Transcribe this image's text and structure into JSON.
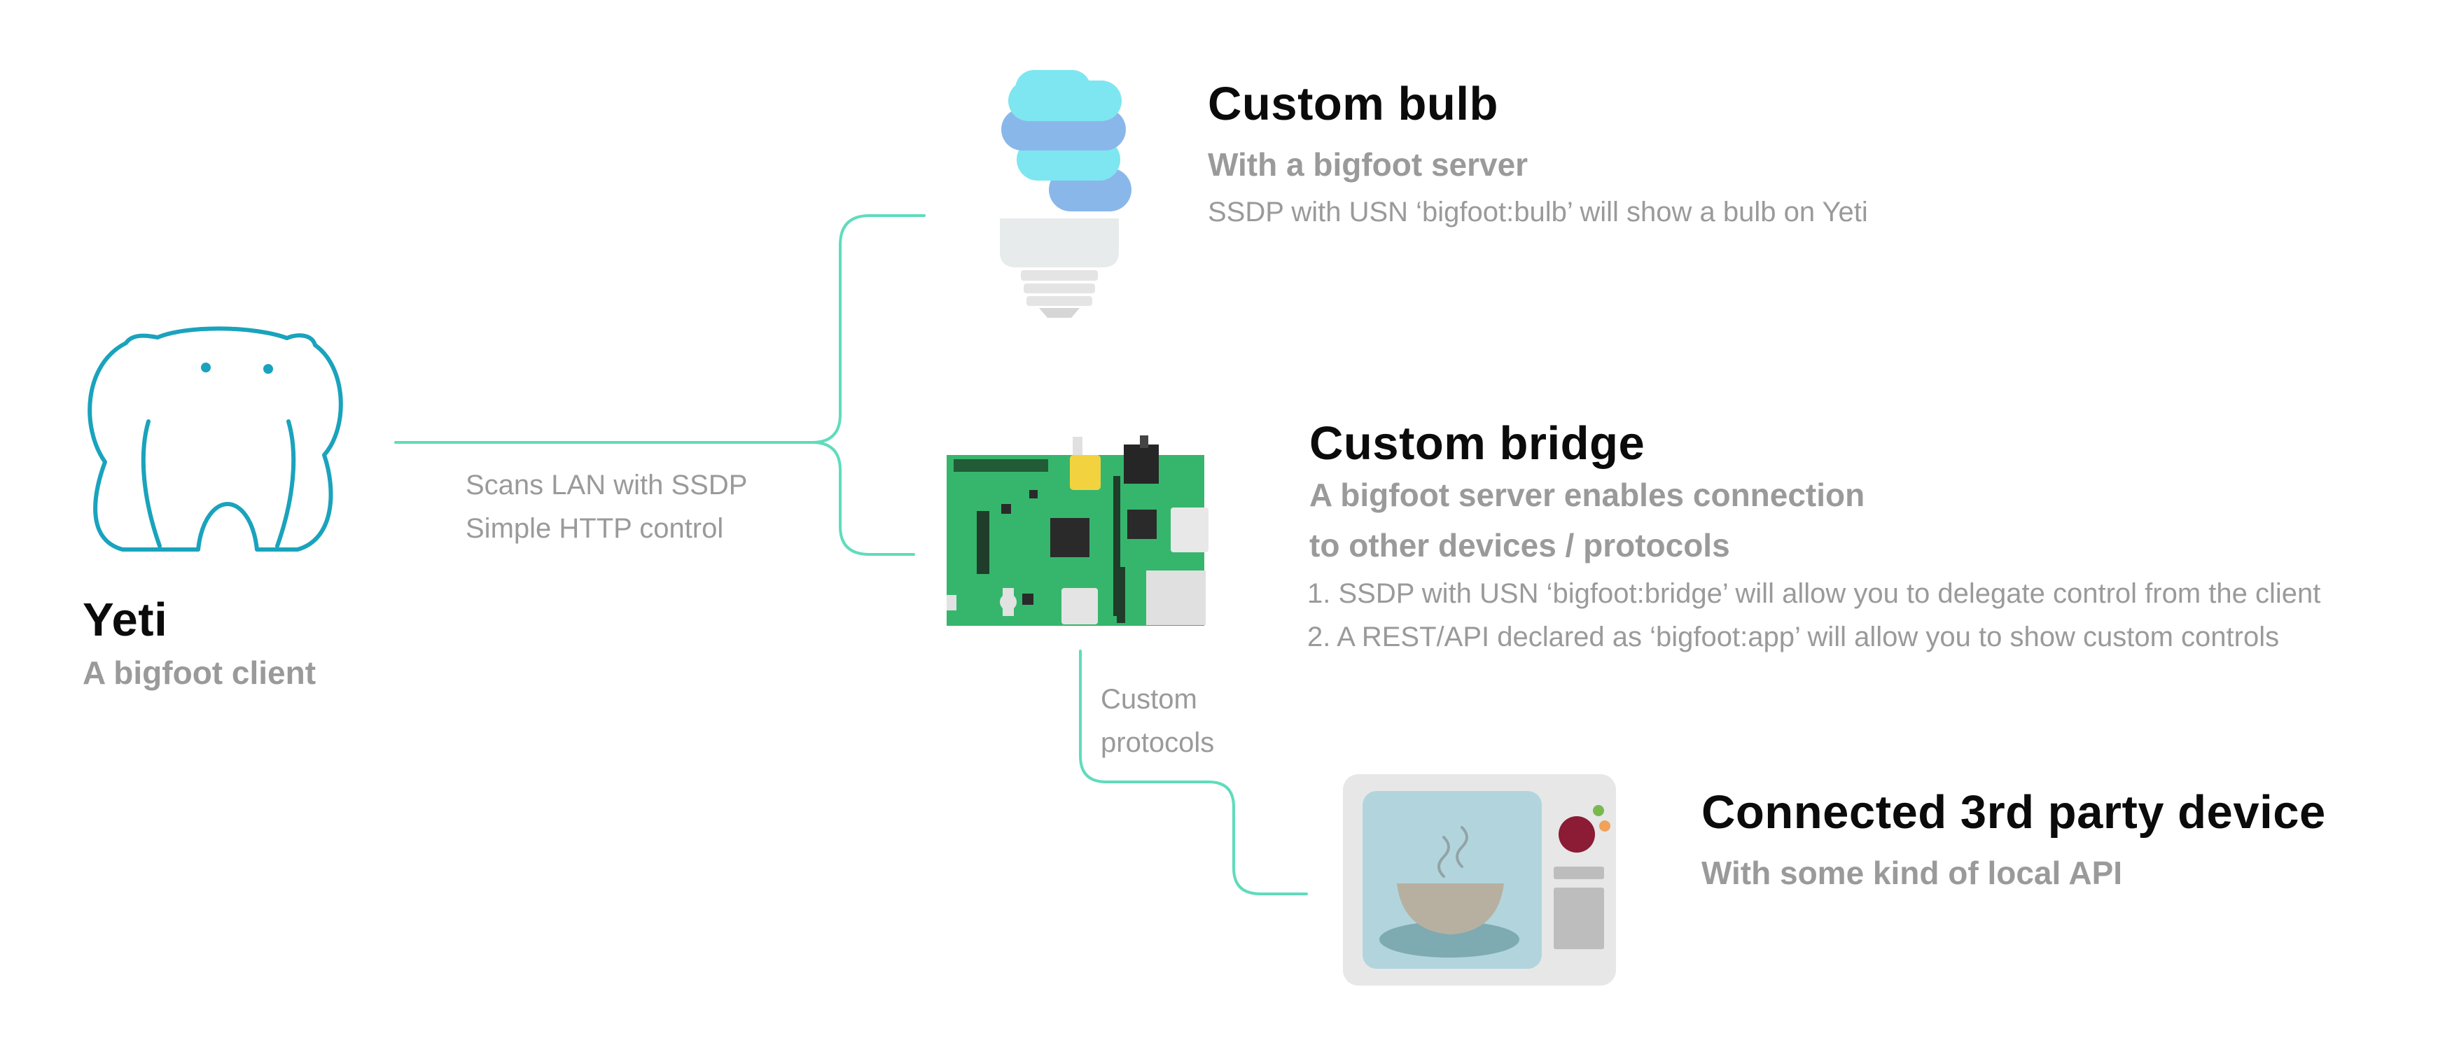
{
  "yeti": {
    "title": "Yeti",
    "subtitle": "A bigfoot client",
    "connection_labels": [
      "Scans LAN with SSDP",
      "Simple HTTP control"
    ]
  },
  "bulb": {
    "title": "Custom bulb",
    "subtitle": "With a bigfoot server",
    "description": "SSDP with USN ‘bigfoot:bulb’ will show a bulb on Yeti"
  },
  "bridge": {
    "title": "Custom bridge",
    "subtitle_lines": [
      "A bigfoot server enables connection",
      "to other devices / protocols"
    ],
    "items": [
      "1. SSDP with USN ‘bigfoot:bridge’ will allow you to delegate control from the client",
      "2. A REST/API declared as ‘bigfoot:app’ will allow you to show custom controls"
    ],
    "connection_labels": [
      "Custom",
      "protocols"
    ]
  },
  "device": {
    "title": "Connected 3rd party device",
    "subtitle": "With some kind of local API"
  },
  "colors": {
    "connector": "#5fdcbc",
    "yeti": "#1aa3bc",
    "bulb_light": "#7ee6f0",
    "bulb_dark": "#8ab7ea",
    "board": "#36b66c",
    "title": "#0b0b0b",
    "muted": "#9a9a9a"
  },
  "icons": [
    "yeti-icon",
    "bulb-icon",
    "raspberry-pi-board-icon",
    "microwave-icon"
  ]
}
